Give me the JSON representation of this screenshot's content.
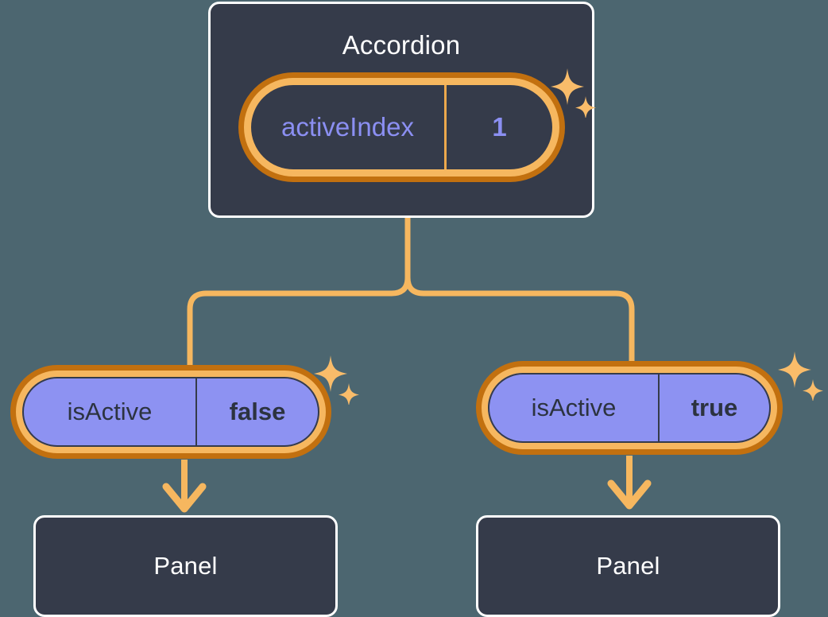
{
  "theme": {
    "background": "#4c6670",
    "card_bg": "#353b4a",
    "card_border": "#ffffff",
    "accent_orange_light": "#f6b75f",
    "accent_orange_dark": "#c2700f",
    "pill_purple": "#8d92f2",
    "text_purple": "#8b8ff2",
    "text_dark": "#2c3340",
    "connector": "#f6b75f"
  },
  "diagram": {
    "type": "component-state-tree",
    "root": {
      "title": "Accordion",
      "state": {
        "key": "activeIndex",
        "value": "1"
      }
    },
    "branches": [
      {
        "id": "left",
        "state": {
          "key": "isActive",
          "value": "false"
        },
        "child": {
          "title": "Panel"
        }
      },
      {
        "id": "right",
        "state": {
          "key": "isActive",
          "value": "true"
        },
        "child": {
          "title": "Panel"
        }
      }
    ]
  },
  "icons": {
    "sparkle_large": "sparkle-large-icon",
    "sparkle_small": "sparkle-small-icon",
    "arrow_down": "arrow-down-icon"
  }
}
